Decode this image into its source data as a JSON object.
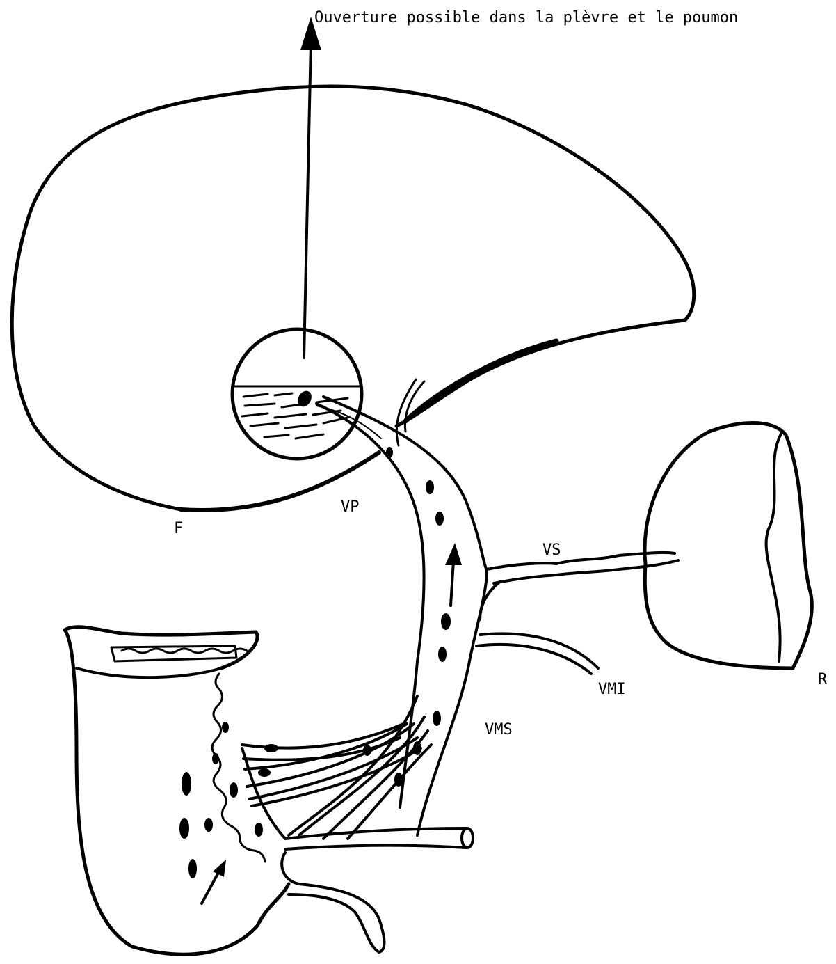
{
  "labels": {
    "top_caption": "Ouverture possible dans la plèvre et le poumon",
    "F": "F",
    "VP": "VP",
    "VS": "VS",
    "R": "R",
    "VMI": "VMI",
    "VMS": "VMS"
  }
}
